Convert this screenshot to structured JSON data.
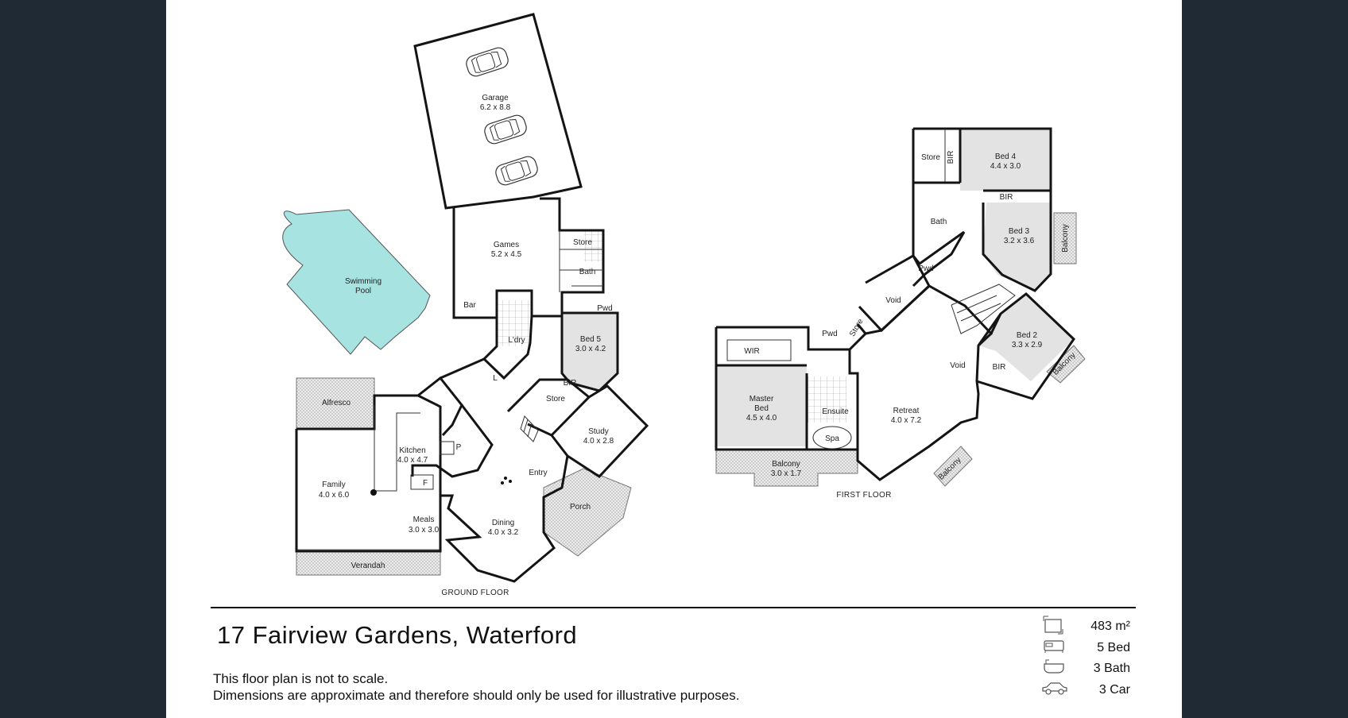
{
  "property": {
    "address": "17 Fairview Gardens, Waterford",
    "note_line1": "This floor plan is not to scale.",
    "note_line2": "Dimensions are approximate and therefore should only be used for illustrative purposes."
  },
  "stats": {
    "area": "483 m²",
    "beds": "5 Bed",
    "baths": "3 Bath",
    "cars": "3 Car",
    "icons": [
      "area-icon",
      "bed-icon",
      "bath-icon",
      "car-icon"
    ]
  },
  "floors": {
    "ground_label": "GROUND FLOOR",
    "first_label": "FIRST FLOOR"
  },
  "ground_rooms": {
    "garage": {
      "name": "Garage",
      "dims": "6.2 x 8.8"
    },
    "games": {
      "name": "Games",
      "dims": "5.2 x 4.5"
    },
    "pool": {
      "name": "Swimming",
      "name2": "Pool"
    },
    "store1": "Store",
    "bath": "Bath",
    "pwd": "Pwd",
    "bar": "Bar",
    "laundry": "L'dry",
    "linen": "L",
    "bed5": {
      "name": "Bed 5",
      "dims": "3.0 x 4.2"
    },
    "bir": "BIR",
    "store2": "Store",
    "study": {
      "name": "Study",
      "dims": "4.0 x 2.8"
    },
    "alfresco": "Alfresco",
    "kitchen": {
      "name": "Kitchen",
      "dims": "4.0 x 4.7"
    },
    "pantry": "P",
    "fridge": "F",
    "family": {
      "name": "Family",
      "dims": "4.0 x 6.0"
    },
    "entry": "Entry",
    "meals": {
      "name": "Meals",
      "dims": "3.0 x 3.0"
    },
    "dining": {
      "name": "Dining",
      "dims": "4.0 x 3.2"
    },
    "porch": "Porch",
    "verandah": "Verandah"
  },
  "first_rooms": {
    "store": "Store",
    "bir_v": "BIR",
    "bed4": {
      "name": "Bed 4",
      "dims": "4.4 x 3.0"
    },
    "bir_top": "BIR",
    "bath": "Bath",
    "bed3": {
      "name": "Bed 3",
      "dims": "3.2 x 3.6"
    },
    "balcony_r": "Balcony",
    "pwd_upper": "Pwd",
    "void1": "Void",
    "pwd": "Pwd",
    "store2": "Store",
    "wir": "WIR",
    "master": {
      "name": "Master",
      "name2": "Bed",
      "dims": "4.5 x 4.0"
    },
    "ensuite": "Ensuite",
    "spa": "Spa",
    "void2": "Void",
    "bed2": {
      "name": "Bed 2",
      "dims": "3.3 x 2.9"
    },
    "bir_b2": "BIR",
    "balcony_b2": "Balcony",
    "retreat": {
      "name": "Retreat",
      "dims": "4.0 x 7.2"
    },
    "balcony_main": {
      "name": "Balcony",
      "dims": "3.0 x 1.7"
    },
    "balcony_ret": "Balcony"
  },
  "colors": {
    "pool": "#a6e3e1",
    "background": "#1f2a35",
    "room_fill": "#e3e3e3"
  }
}
